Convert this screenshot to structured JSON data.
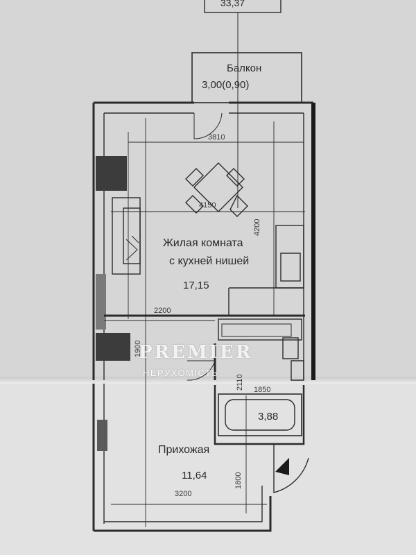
{
  "top_box": {
    "value": "33,37"
  },
  "balcony": {
    "name": "Балкон",
    "area": "3,00(0,90)"
  },
  "living": {
    "name_line1": "Жилая комната",
    "name_line2": "с кухней нишей",
    "area": "17,15"
  },
  "bathroom": {
    "area": "3,88"
  },
  "hall": {
    "name": "Прихожая",
    "area": "11,64"
  },
  "dimensions": {
    "d3810": "3810",
    "d4150": "4150",
    "d4200": "4200",
    "d2200": "2200",
    "d1900": "1900",
    "d2110": "2110",
    "d1850": "1850",
    "d1800": "1800",
    "d3200": "3200"
  },
  "watermark": {
    "title": "PREMIER",
    "subtitle": "НЕРУХОМІСТЬ"
  }
}
